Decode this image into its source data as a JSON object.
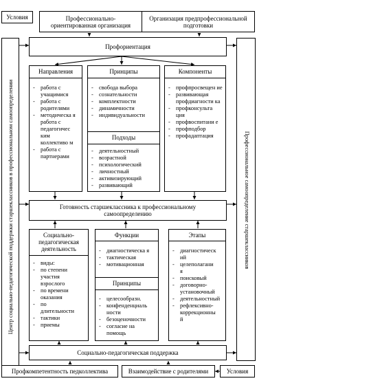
{
  "top_row": {
    "conditions": "Условия",
    "prof_org": [
      "Профессионально-",
      "ориентированная организация"
    ],
    "org_prep": [
      "Организация предпрофессиональной",
      "подготовки"
    ]
  },
  "left_vertical": "Центр социально-педагогической поддержки старшеклассников в профессиональном самоопределении",
  "right_vertical": "Профессиональное самоопределение старшеклассников",
  "proforientation": "Профориентация",
  "directions": {
    "title": "Направления",
    "items": [
      "работа с учащимися",
      "работа с родителями",
      "методическа я работа с педагогичес ким коллективо м",
      "работа с партнерами"
    ]
  },
  "principles": {
    "title": "Принципы",
    "items": [
      "свобода выбора",
      "сознательности",
      "комплектности",
      "динамичности",
      "индивидуальности"
    ]
  },
  "approaches": {
    "title": "Подходы",
    "items": [
      "деятельностный",
      "возрастной",
      "психологический",
      "личностный",
      "активизирующий",
      "развивающий"
    ]
  },
  "components": {
    "title": "Компоненты",
    "items": [
      "профпросвещен ие",
      "развивающая профдиагности ка",
      "профконсульта ция",
      "профвоспитани е",
      "профподбор",
      "профадаптация"
    ]
  },
  "readiness": [
    "Готовность старшеклассника к профессиональному",
    "самоопределению"
  ],
  "social_activity": {
    "title": [
      "Социально-",
      "педагогическая",
      "деятельность"
    ],
    "items": [
      "виды:",
      "по степени участия взрослого",
      "по времени оказания",
      "по длительности",
      "тактики",
      "приемы"
    ]
  },
  "functions": {
    "title": "Функции",
    "items": [
      "диагностическа я",
      "тактическая",
      "мотивационная"
    ]
  },
  "principles2": {
    "title": "Принципы",
    "items": [
      "целесообразн.",
      "конфенденциаль ности",
      "безоценочности",
      "согласие на помощь"
    ]
  },
  "stages": {
    "title": "Этапы",
    "items": [
      "диагностическ ий",
      "целеполагани я",
      "поисковый",
      "договорно-установочный",
      "деятельностный",
      "рефлексивно-коррекционны й"
    ]
  },
  "support": "Социально-педагогическая поддержка",
  "bottom_row": {
    "prof_competence": "Профкомпетентность педколлектива",
    "parents": "Взаимодействие с родителями",
    "conditions": "Условия"
  }
}
